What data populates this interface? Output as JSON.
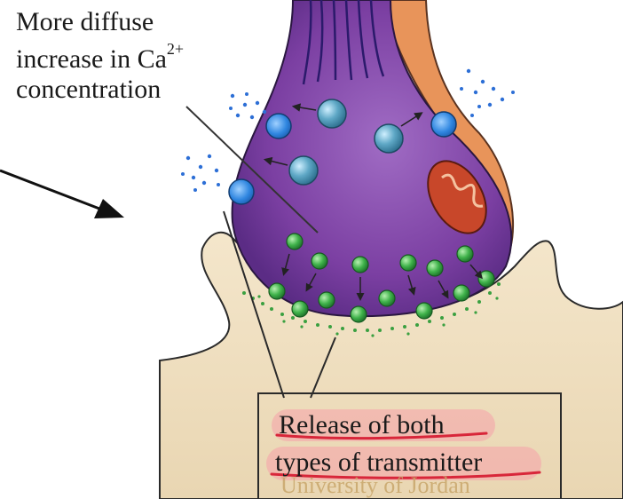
{
  "labels": {
    "calcium_line1": "More diffuse",
    "calcium_line2": "increase in Ca",
    "calcium_superscript": "2+",
    "calcium_line3": "concentration",
    "release_line1": "Release of both",
    "release_line2": "types of transmitter"
  },
  "watermark": "University of Jordan",
  "colors": {
    "terminal_fill": "#7b3fa2",
    "terminal_light": "#a06cc4",
    "glia_orange": "#e8945a",
    "postsynaptic": "#eedcbc",
    "vesicle_large": "#5fa8c6",
    "vesicle_small": "#3fb24a",
    "calcium_dots": "#2d6fd6",
    "mitochondrion": "#c8472a",
    "highlight": "#f6a0aa",
    "underline": "#d8263a"
  },
  "icons": {
    "pointer": "arrow-icon",
    "mitochondrion": "mitochondrion-icon"
  }
}
